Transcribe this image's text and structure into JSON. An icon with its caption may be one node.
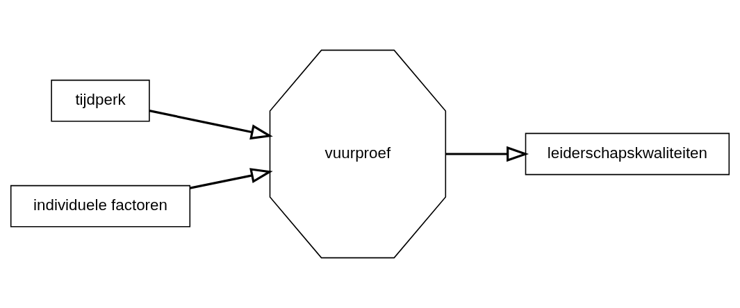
{
  "diagram": {
    "nodes": [
      {
        "text": [
          "tijdperk"
        ]
      },
      {
        "text": [
          "vuurproef"
        ]
      },
      {
        "text": [
          "leiderschapskwaliteiten"
        ]
      },
      {
        "text": [
          "individuele factoren"
        ]
      }
    ],
    "edges": [
      {
        "from": 0,
        "to": 1,
        "arrow": "to"
      },
      {
        "from": 3,
        "to": 1,
        "arrow": "to"
      },
      {
        "from": 1,
        "to": 2,
        "arrow": "to"
      }
    ]
  }
}
